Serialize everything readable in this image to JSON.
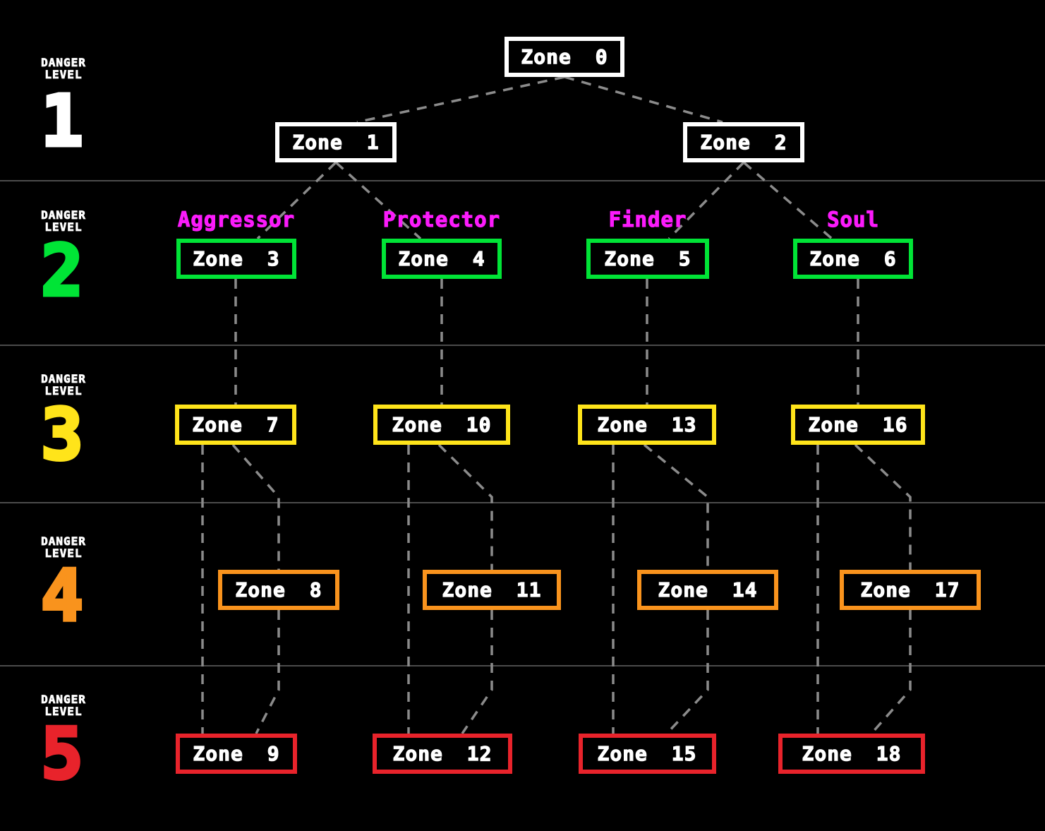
{
  "colors": {
    "background": "#000000",
    "level_1": "#ffffff",
    "level_2": "#00e436",
    "level_3": "#ffe41a",
    "level_4": "#f9931d",
    "level_5": "#e8232b",
    "category_label": "#fb1bfb",
    "connector": "#8b8b8b",
    "divider": "#4b4b4b",
    "zone_text": "#ffffff"
  },
  "legend": {
    "danger_levels": [
      {
        "value": "1",
        "line1": "DANGER",
        "line2": "LEVEL",
        "color": "#ffffff"
      },
      {
        "value": "2",
        "line1": "DANGER",
        "line2": "LEVEL",
        "color": "#00e436"
      },
      {
        "value": "3",
        "line1": "DANGER",
        "line2": "LEVEL",
        "color": "#ffe41a"
      },
      {
        "value": "4",
        "line1": "DANGER",
        "line2": "LEVEL",
        "color": "#f9931d"
      },
      {
        "value": "5",
        "line1": "DANGER",
        "line2": "LEVEL",
        "color": "#e8232b"
      }
    ]
  },
  "zones": [
    {
      "id": "zone-0",
      "label": "Zone 0",
      "danger_level": 1
    },
    {
      "id": "zone-1",
      "label": "Zone 1",
      "danger_level": 1
    },
    {
      "id": "zone-2",
      "label": "Zone 2",
      "danger_level": 1
    },
    {
      "id": "zone-3",
      "label": "Zone 3",
      "danger_level": 2,
      "category": "Aggressor"
    },
    {
      "id": "zone-4",
      "label": "Zone 4",
      "danger_level": 2,
      "category": "Protector"
    },
    {
      "id": "zone-5",
      "label": "Zone 5",
      "danger_level": 2,
      "category": "Finder"
    },
    {
      "id": "zone-6",
      "label": "Zone 6",
      "danger_level": 2,
      "category": "Soul"
    },
    {
      "id": "zone-7",
      "label": "Zone 7",
      "danger_level": 3
    },
    {
      "id": "zone-10",
      "label": "Zone 10",
      "danger_level": 3
    },
    {
      "id": "zone-13",
      "label": "Zone 13",
      "danger_level": 3
    },
    {
      "id": "zone-16",
      "label": "Zone 16",
      "danger_level": 3
    },
    {
      "id": "zone-8",
      "label": "Zone 8",
      "danger_level": 4
    },
    {
      "id": "zone-11",
      "label": "Zone 11",
      "danger_level": 4
    },
    {
      "id": "zone-14",
      "label": "Zone 14",
      "danger_level": 4
    },
    {
      "id": "zone-17",
      "label": "Zone 17",
      "danger_level": 4
    },
    {
      "id": "zone-9",
      "label": "Zone 9",
      "danger_level": 5
    },
    {
      "id": "zone-12",
      "label": "Zone 12",
      "danger_level": 5
    },
    {
      "id": "zone-15",
      "label": "Zone 15",
      "danger_level": 5
    },
    {
      "id": "zone-18",
      "label": "Zone 18",
      "danger_level": 5
    }
  ],
  "edges": [
    {
      "from": "zone-0",
      "to": "zone-1"
    },
    {
      "from": "zone-0",
      "to": "zone-2"
    },
    {
      "from": "zone-1",
      "to": "zone-3"
    },
    {
      "from": "zone-1",
      "to": "zone-4"
    },
    {
      "from": "zone-2",
      "to": "zone-5"
    },
    {
      "from": "zone-2",
      "to": "zone-6"
    },
    {
      "from": "zone-3",
      "to": "zone-7"
    },
    {
      "from": "zone-4",
      "to": "zone-10"
    },
    {
      "from": "zone-5",
      "to": "zone-13"
    },
    {
      "from": "zone-6",
      "to": "zone-16"
    },
    {
      "from": "zone-7",
      "to": "zone-8"
    },
    {
      "from": "zone-10",
      "to": "zone-11"
    },
    {
      "from": "zone-13",
      "to": "zone-14"
    },
    {
      "from": "zone-16",
      "to": "zone-17"
    },
    {
      "from": "zone-7",
      "to": "zone-9"
    },
    {
      "from": "zone-10",
      "to": "zone-12"
    },
    {
      "from": "zone-13",
      "to": "zone-15"
    },
    {
      "from": "zone-16",
      "to": "zone-18"
    },
    {
      "from": "zone-8",
      "to": "zone-9"
    },
    {
      "from": "zone-11",
      "to": "zone-12"
    },
    {
      "from": "zone-14",
      "to": "zone-15"
    },
    {
      "from": "zone-17",
      "to": "zone-18"
    }
  ]
}
